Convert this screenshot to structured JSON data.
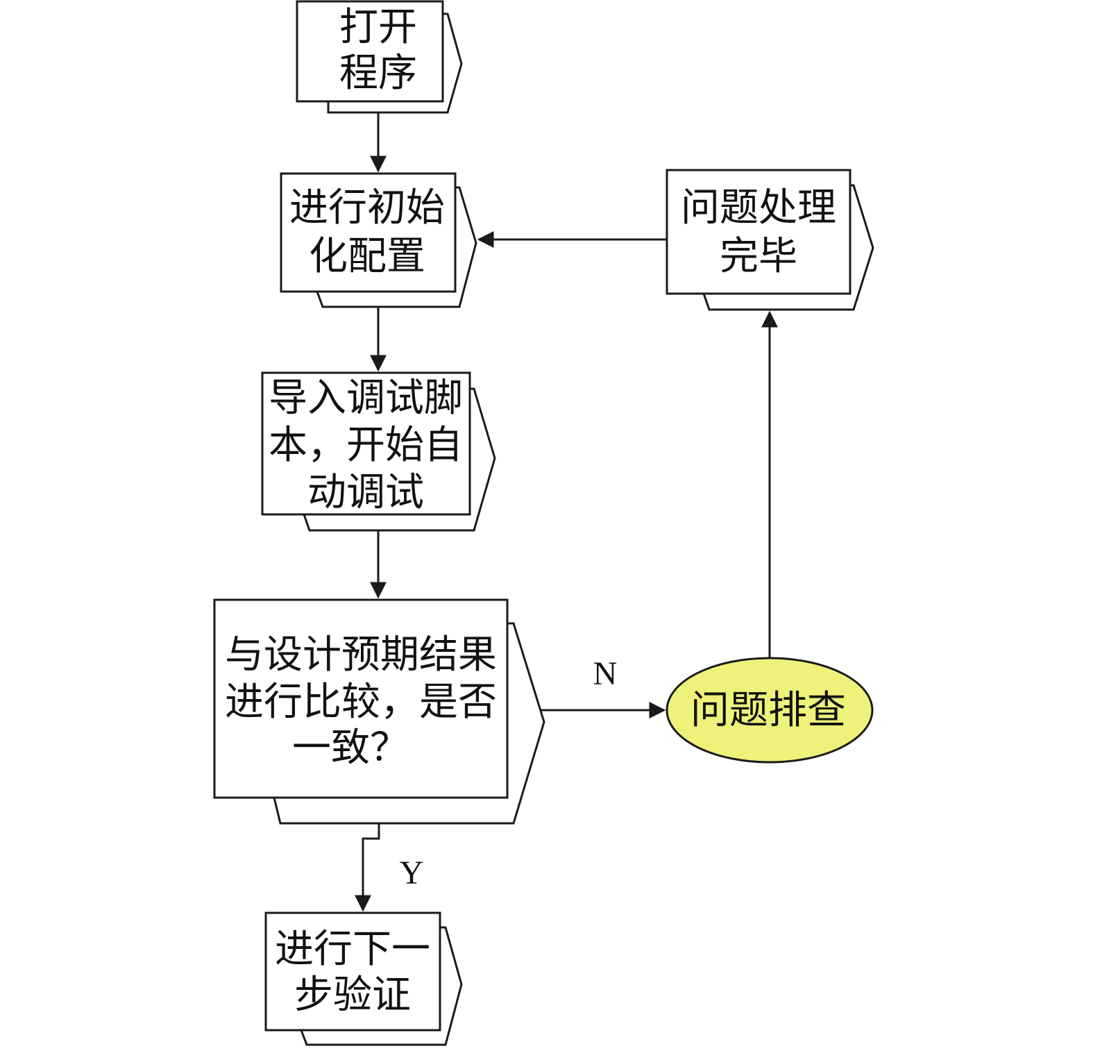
{
  "nodes": {
    "open_program": [
      "打开",
      "程序"
    ],
    "init_config": [
      "进行初始",
      "化配置"
    ],
    "import_script": [
      "导入调试脚",
      "本，开始自",
      "动调试"
    ],
    "compare_result": [
      "与设计预期结果",
      "进行比较，是否",
      "一致？"
    ],
    "next_verify": [
      "进行下一",
      "步验证"
    ],
    "problem_done": [
      "问题处理",
      "完毕"
    ],
    "troubleshoot": [
      "问题排查"
    ]
  },
  "edge_labels": {
    "no": "N",
    "yes": "Y"
  },
  "colors": {
    "troubleshoot_fill": "#EEF27A",
    "stroke": "#1a1a1a"
  }
}
